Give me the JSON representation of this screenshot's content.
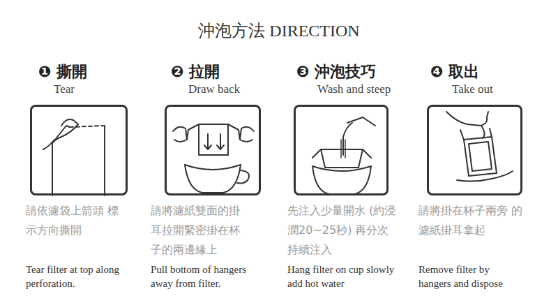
{
  "diagram": {
    "title": "沖泡方法 DIRECTION",
    "nodes": [
      {
        "text": [
          "❶ 撕開",
          "Tear",
          "請依濾袋上箭頭 標示方向撕開",
          "Tear filter at top along perforation."
        ]
      },
      {
        "text": [
          "❷ 拉開",
          "Draw back",
          "請將濾紙雙面的掛 耳拉開緊密掛在杯 子的兩邊緣上",
          "Pull bottom of hangers away from filter."
        ]
      },
      {
        "text": [
          "❸ 沖泡技巧",
          "Wash and steep",
          "先注入少量開水 (約浸潤20~25秒) 再分次持續注入",
          "Hang filter on cup slowly add hot water"
        ]
      },
      {
        "text": [
          "❹ 取出",
          "Take out",
          "請將掛在杯子兩旁 的濾紙掛耳拿起",
          "Remove filter by hangers and dispose"
        ]
      }
    ]
  }
}
